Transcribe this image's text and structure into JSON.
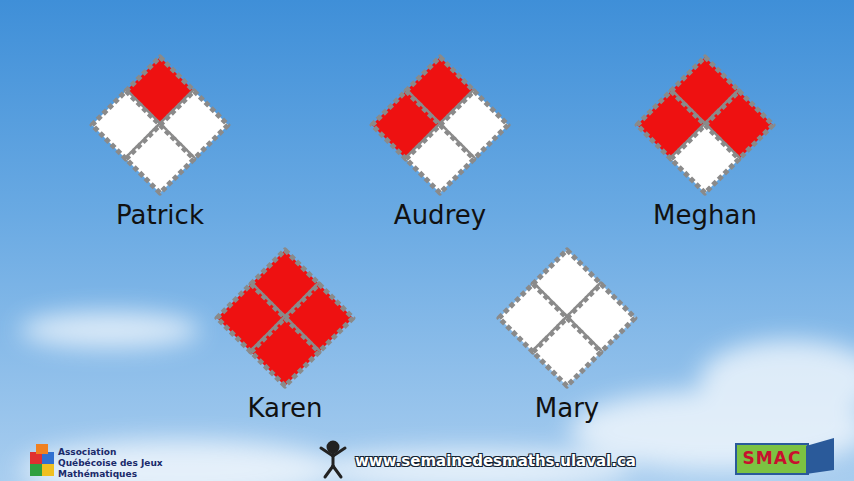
{
  "diagram": {
    "nodes": [
      {
        "text": [
          "Patrick"
        ]
      },
      {
        "text": [
          "Audrey"
        ]
      },
      {
        "text": [
          "Meghan"
        ]
      },
      {
        "text": [
          "Karen"
        ]
      },
      {
        "text": [
          "Mary"
        ]
      }
    ],
    "labels": [
      "Association Québécoise des Jeux Mathématiques",
      "www.semainedesmaths.ulaval.ca",
      "SMAC"
    ]
  }
}
